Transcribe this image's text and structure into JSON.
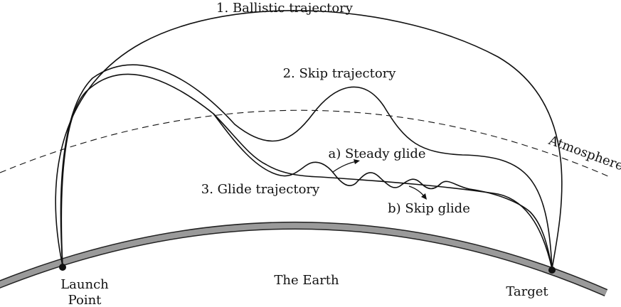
{
  "labels": {
    "ballistic": "1. Ballistic trajectory",
    "skip": "2. Skip trajectory",
    "glide": "3. Glide trajectory",
    "steady": "a) Steady glide",
    "skip_glide": "b) Skip glide",
    "atmosphere": "Atmosphere",
    "earth": "The Earth",
    "launch_line1": "Launch",
    "launch_line2": "Point",
    "target": "Target"
  }
}
